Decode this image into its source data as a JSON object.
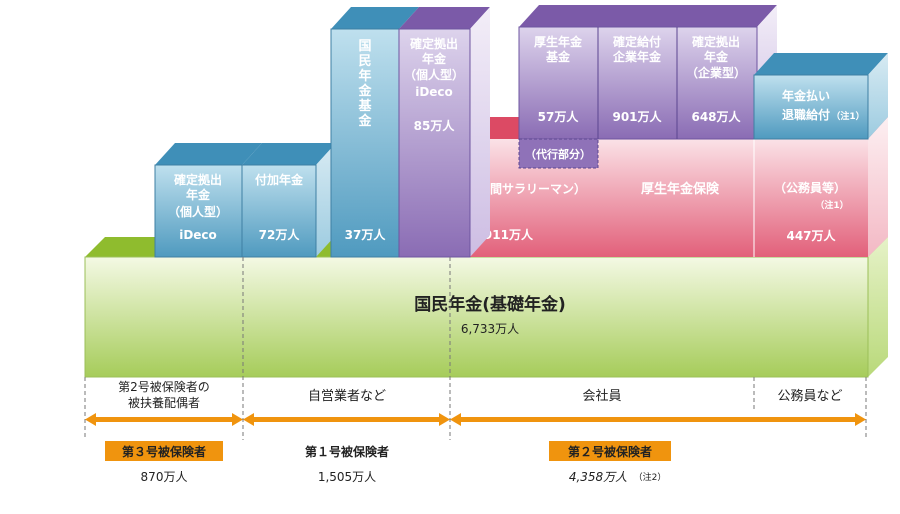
{
  "colors": {
    "green": "#a6cc5a",
    "blue": "#5aa3c4",
    "purple": "#8f72b8",
    "red": "#e06078",
    "orange": "#f0940e"
  },
  "diagram": {
    "national_pension": {
      "title": "国民年金(基礎年金)",
      "count": "6,733万人"
    },
    "ideco_left": {
      "lines": [
        "確定拠出",
        "年金",
        "（個人型）",
        "iDeco"
      ]
    },
    "fuka_nenkin": {
      "title": "付加年金",
      "count": "72万人"
    },
    "kokumin_kikin": {
      "lines": [
        "国",
        "民",
        "年",
        "金",
        "基",
        "金"
      ],
      "count": "37万人"
    },
    "ideco_mid": {
      "lines": [
        "確定拠出",
        "年金",
        "（個人型）",
        "iDeco"
      ],
      "count": "85万人"
    },
    "kosei_kikin": {
      "lines": [
        "厚生年金",
        "基金"
      ],
      "count": "57万人",
      "daiko": "（代行部分）"
    },
    "db": {
      "lines": [
        "確定給付",
        "企業年金"
      ],
      "count": "901万人"
    },
    "dc_corp": {
      "lines": [
        "確定拠出",
        "年金",
        "（企業型）"
      ],
      "count": "648万人"
    },
    "taishoku": {
      "line1": "年金払い",
      "line2": "退職給付",
      "note": "（注1）"
    },
    "kosei_hoken": {
      "workers": "（民間サラリーマン）",
      "title": "厚生年金保険",
      "workers_count": "3,911万人",
      "civil": "（公務員等）",
      "civil_note": "（注1）",
      "civil_count": "447万人"
    }
  },
  "categories": {
    "spouse": [
      "第2号被保険者の",
      "被扶養配偶者"
    ],
    "self_employed": "自営業者など",
    "employee": "会社員",
    "civil_servant": "公務員など"
  },
  "insured": {
    "type3": {
      "label": "第３号被保険者",
      "count": "870万人"
    },
    "type1": {
      "label": "第１号被保険者",
      "count": "1,505万人"
    },
    "type2": {
      "label": "第２号被保険者",
      "count": "4,358万人",
      "note": "（注2）"
    }
  }
}
